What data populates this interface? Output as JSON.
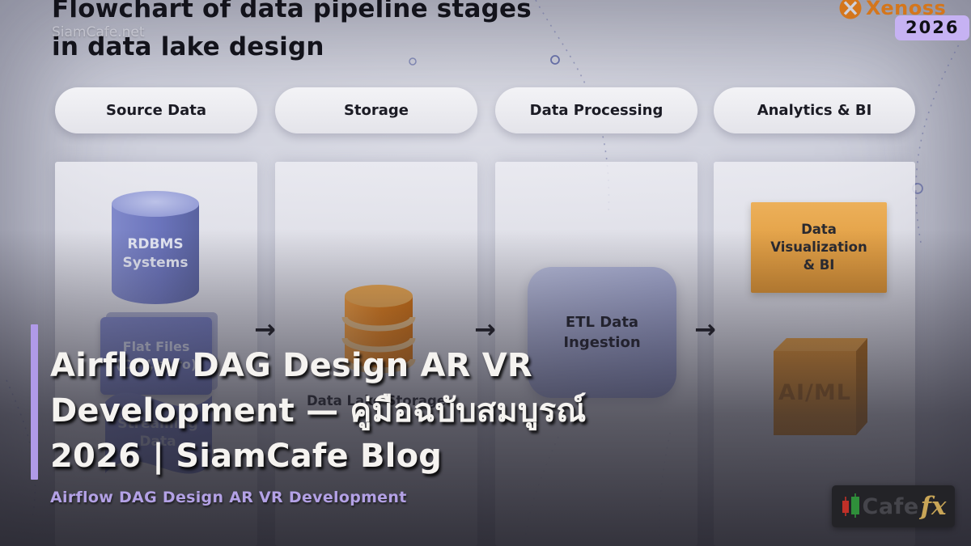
{
  "watermark": "SiamCafe.net",
  "brand": {
    "name": "Xenoss",
    "year_badge": "2026"
  },
  "diagram": {
    "title_line1": "Flowchart of data pipeline stages",
    "title_line2": "in data lake design",
    "arrow_glyph": "→",
    "columns": [
      {
        "header": "Source Data"
      },
      {
        "header": "Storage"
      },
      {
        "header": "Data Processing"
      },
      {
        "header": "Analytics & BI"
      }
    ],
    "nodes": {
      "rdbms_line1": "RDBMS",
      "rdbms_line2": "Systems",
      "flat_files_line1": "Flat Files",
      "flat_files_line2": "(CSV, avro)",
      "streaming_line1": "Streaming",
      "streaming_line2": "Data",
      "storage_caption": "Data Lake Storage",
      "etl_line1": "ETL Data",
      "etl_line2": "Ingestion",
      "viz_line1": "Data",
      "viz_line2": "Visualization",
      "viz_line3": "& BI",
      "aiml": "AI/ML"
    }
  },
  "overlay": {
    "title_line1": "Airflow DAG Design AR VR",
    "title_line2": "Development — คู่มือฉบับสมบูรณ์",
    "title_line3": "2026 | SiamCafe Blog",
    "subtitle": "Airflow DAG Design AR VR Development"
  },
  "footer_logo": {
    "cafe": "Cafe",
    "fx": "fx"
  },
  "colors": {
    "accent_purple": "#b09ae8",
    "badge_purple": "#c6b2f3",
    "xenoss_orange": "#d4761c",
    "node_blue": "#6b74bc",
    "node_orange": "#e0801f",
    "logo_gold": "#c8a557"
  }
}
